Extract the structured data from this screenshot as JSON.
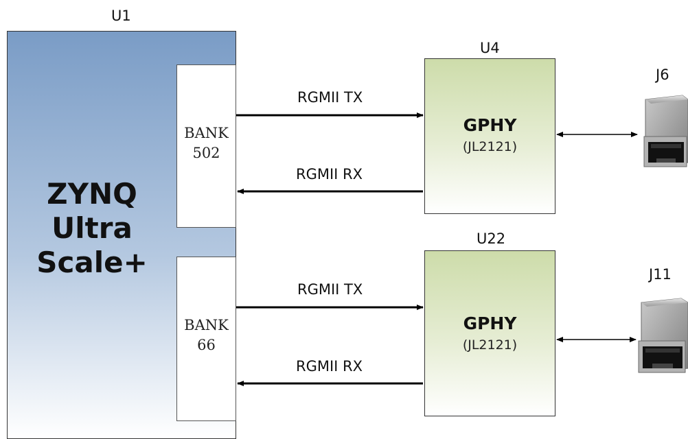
{
  "fpga": {
    "ref": "U1",
    "name_lines": [
      "ZYNQ",
      "Ultra",
      "Scale+"
    ]
  },
  "banks": [
    {
      "line1": "BANK",
      "line2": "502"
    },
    {
      "line1": "BANK",
      "line2": "66"
    }
  ],
  "phys": [
    {
      "ref": "U4",
      "title": "GPHY",
      "part": "(JL2121)"
    },
    {
      "ref": "U22",
      "title": "GPHY",
      "part": "(JL2121)"
    }
  ],
  "connectors": [
    {
      "ref": "J6"
    },
    {
      "ref": "J11"
    }
  ],
  "links": [
    {
      "tx_label": "RGMII TX",
      "rx_label": "RGMII RX"
    },
    {
      "tx_label": "RGMII TX",
      "rx_label": "RGMII RX"
    }
  ],
  "colors": {
    "fpga_gradient_top": "#7a9cc6",
    "phy_gradient_top": "#cddcaa",
    "line": "#000000"
  }
}
